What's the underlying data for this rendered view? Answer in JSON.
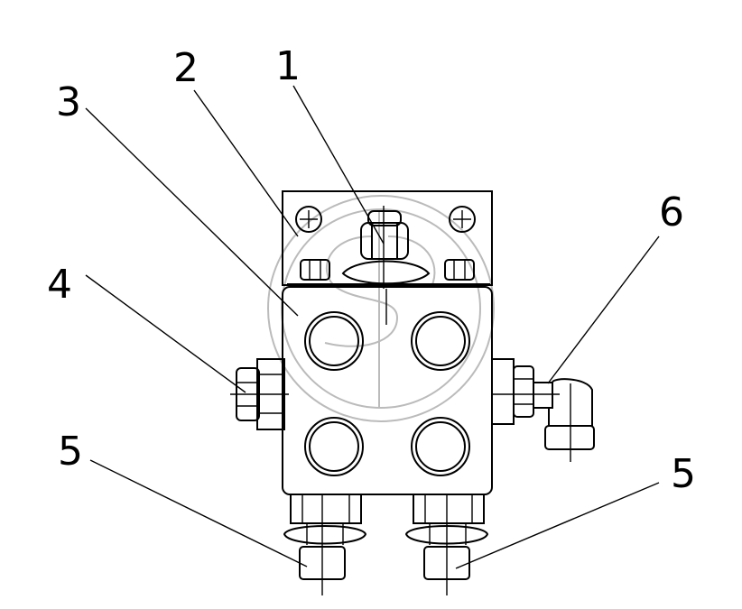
{
  "callouts": [
    {
      "id": "1",
      "label": "1"
    },
    {
      "id": "2",
      "label": "2"
    },
    {
      "id": "3",
      "label": "3"
    },
    {
      "id": "4",
      "label": "4"
    },
    {
      "id": "5a",
      "label": "5"
    },
    {
      "id": "5b",
      "label": "5"
    },
    {
      "id": "6",
      "label": "6"
    }
  ],
  "colors": {
    "line": "#000000",
    "watermark": "#bbbbbb",
    "background": "#ffffff"
  }
}
